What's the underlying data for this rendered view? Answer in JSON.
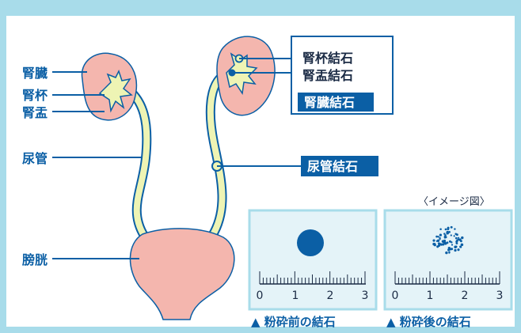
{
  "labels_left": {
    "kidney": "腎臓",
    "calyx": "腎杯",
    "pelvis": "腎盂",
    "ureter": "尿管",
    "bladder": "膀胱"
  },
  "labels_right": {
    "calyx_stone": "腎杯結石",
    "pelvis_stone": "腎盂結石",
    "kidney_stone": "腎臓結石",
    "ureter_stone": "尿管結石"
  },
  "image_note": "〈イメージ図〉",
  "panels": {
    "before": {
      "caption": "▲ 粉砕前の結石",
      "ticks": [
        "0",
        "1",
        "2",
        "3"
      ]
    },
    "after": {
      "caption": "▲ 粉砕後の結石",
      "ticks": [
        "0",
        "1",
        "2",
        "3"
      ]
    }
  },
  "colors": {
    "frame": "#a8dcea",
    "accent": "#0b5fa5",
    "organ": "#f4b6ae",
    "tube": "#eef4b4",
    "panel_bg": "#e4f3f8"
  }
}
